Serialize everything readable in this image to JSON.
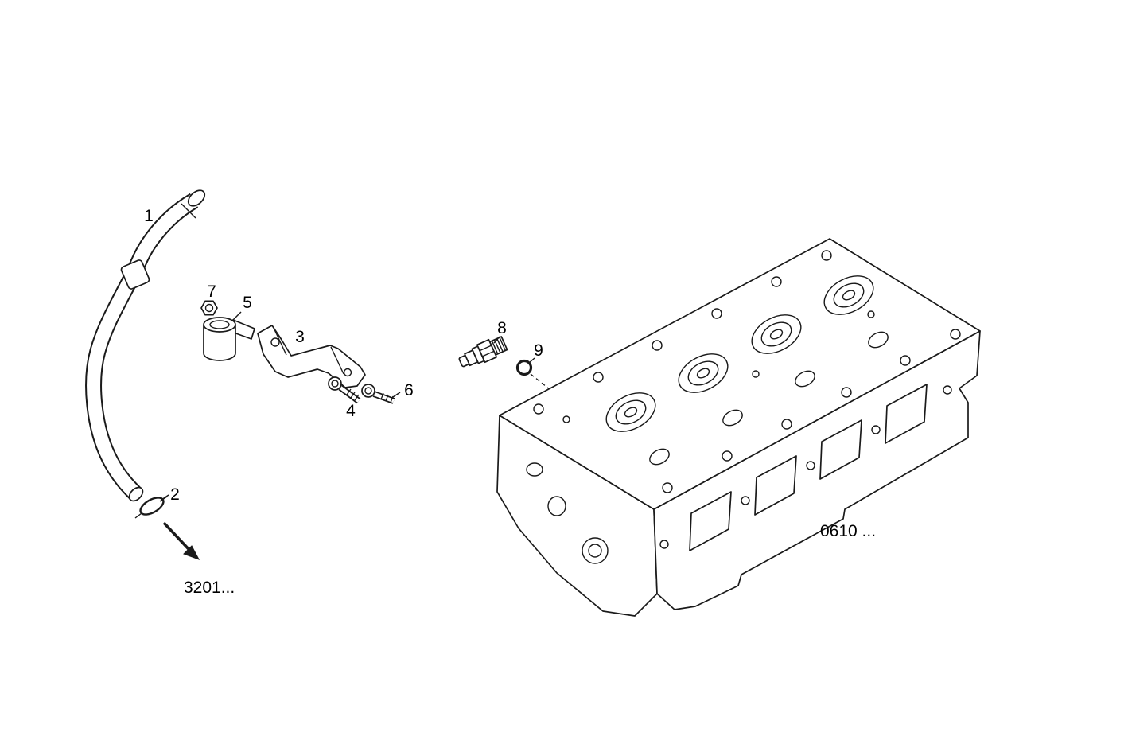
{
  "diagram": {
    "callouts": [
      {
        "id": "1"
      },
      {
        "id": "2"
      },
      {
        "id": "3"
      },
      {
        "id": "4"
      },
      {
        "id": "5"
      },
      {
        "id": "6"
      },
      {
        "id": "7"
      },
      {
        "id": "8"
      },
      {
        "id": "9"
      }
    ],
    "references": [
      {
        "label": "3201..."
      },
      {
        "label": "0610 ..."
      }
    ],
    "colors": {
      "background": "#ffffff",
      "line": "#000000"
    }
  }
}
